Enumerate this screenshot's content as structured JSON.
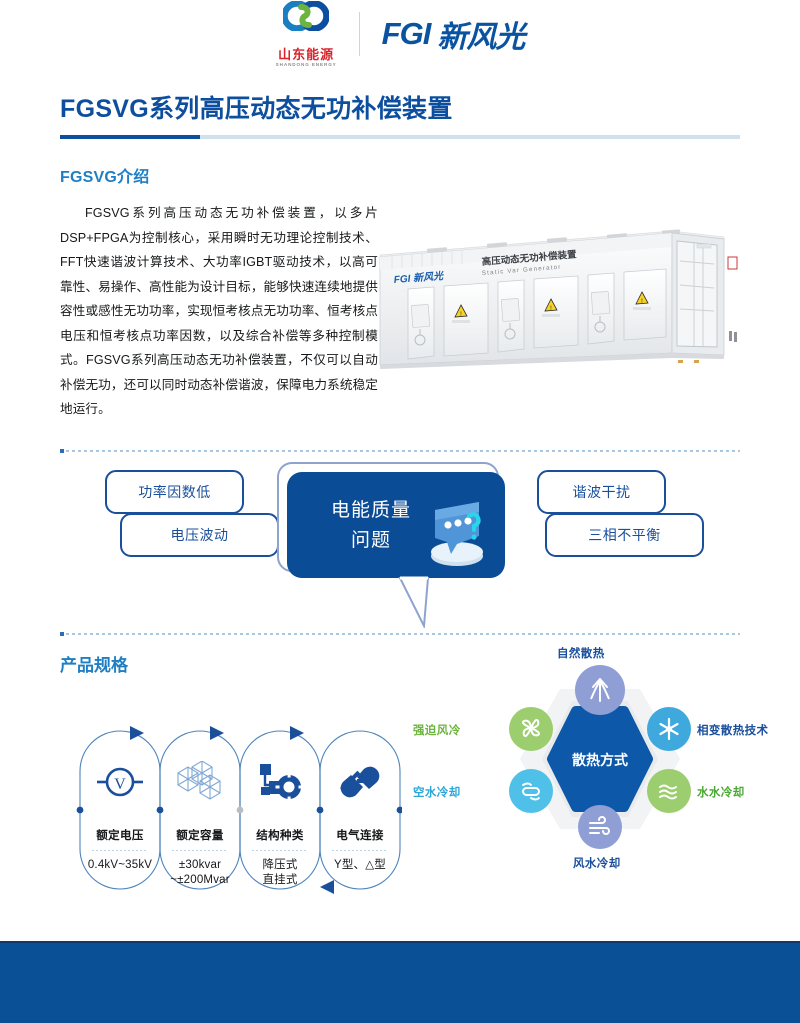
{
  "header": {
    "logo_shandong_cn": "山东能源",
    "logo_shandong_en": "SHANDONG ENERGY",
    "logo_fgi_en": "FGI",
    "logo_fgi_cn": "新风光"
  },
  "title": {
    "main": "FGSVG系列高压动态无功补偿装置"
  },
  "intro": {
    "heading": "FGSVG介绍",
    "body": "FGSVG系列高压动态无功补偿装置，以多片DSP+FPGA为控制核心，采用瞬时无功理论控制技术、FFT快速谐波计算技术、大功率IGBT驱动技术，以高可靠性、易操作、高性能为设计目标，能够快速连续地提供容性或感性无功功率，实现恒考核点无功功率、恒考核点电压和恒考核点功率因数，以及综合补偿等多种控制模式。FGSVG系列高压动态无功补偿装置，不仅可以自动补偿无功，还可以同时动态补偿谐波，保障电力系统稳定地运行。"
  },
  "product_image": {
    "cabinet_brand": "FGI 新风光",
    "cabinet_title_cn": "高压动态无功补偿装置",
    "cabinet_title_en": "Static Var Generator"
  },
  "problem_diagram": {
    "center_line1": "电能质量",
    "center_line2": "问题",
    "left_items": [
      {
        "label": "功率因数低"
      },
      {
        "label": "电压波动"
      }
    ],
    "right_items": [
      {
        "label": "谐波干扰"
      },
      {
        "label": "三相不平衡"
      }
    ]
  },
  "specs": {
    "heading": "产品规格",
    "items": [
      {
        "icon": "voltmeter-icon",
        "title": "额定电压",
        "value": "0.4kV~35kV"
      },
      {
        "icon": "capacity-cubes-icon",
        "title": "额定容量",
        "value": "±30kvar\n~±200Mvar"
      },
      {
        "icon": "structure-gear-icon",
        "title": "结构种类",
        "value": "降压式\n直挂式"
      },
      {
        "icon": "plug-connector-icon",
        "title": "电气连接",
        "value": "Y型、△型"
      }
    ]
  },
  "cooling": {
    "center": "散热方式",
    "nodes": [
      {
        "label": "自然散热",
        "icon": "natural-cooling-icon",
        "color": "#8f9ed4",
        "text_color": "#1a4f9c",
        "position": "top"
      },
      {
        "label": "相变散热技术",
        "icon": "phase-change-icon",
        "color": "#3fa9dd",
        "text_color": "#1a4f9c",
        "position": "top-right"
      },
      {
        "label": "水水冷却",
        "icon": "water-water-icon",
        "color": "#93c councils",
        "text_color": "#4aa832",
        "position": "bottom-right"
      },
      {
        "label": "风水冷却",
        "icon": "air-water-icon",
        "color": "#8f9ed4",
        "text_color": "#1a4f9c",
        "position": "bottom"
      },
      {
        "label": "空水冷却",
        "icon": "air-water-cool-icon",
        "color": "#4fc0e8",
        "text_color": "#2aa7d8",
        "position": "bottom-left"
      },
      {
        "label": "强迫风冷",
        "icon": "forced-air-icon",
        "color": "#9ccd6e",
        "text_color": "#6cb33f",
        "position": "top-left"
      }
    ]
  },
  "colors": {
    "brand_blue": "#0d4f9e",
    "accent_blue": "#1e7fc4",
    "footer_blue": "#0a5096",
    "green": "#6cb33f",
    "cyan": "#2aa7d8"
  }
}
